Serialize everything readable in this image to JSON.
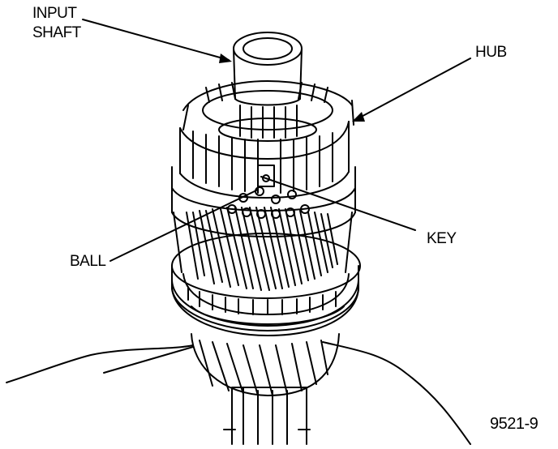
{
  "labels": {
    "input_shaft_line1": "INPUT",
    "input_shaft_line2": "SHAFT",
    "hub": "HUB",
    "key": "KEY",
    "ball": "BALL"
  },
  "figure_number": "9521-9",
  "colors": {
    "ink": "#000000",
    "paper": "#ffffff"
  }
}
